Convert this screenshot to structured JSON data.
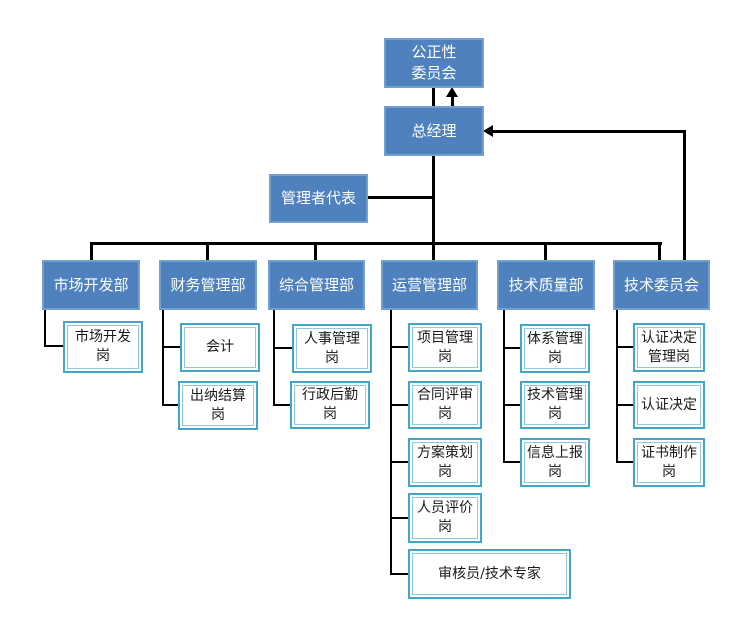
{
  "palette": {
    "node_fill": "#4E81BD",
    "node_border": "#73A1CF",
    "node_text_color": "#FFFFFF",
    "sub_box_border": "#44A6C6",
    "sub_box_inner_border": "#8FC8D8",
    "sub_box_fill": "#FFFFFF",
    "sub_box_text_color": "#1A1A1A",
    "connector_color": "#000000"
  },
  "org": {
    "impartiality_committee": {
      "label": "公正性\n委员会"
    },
    "general_manager": {
      "label": "总经理"
    },
    "management_representative": {
      "label": "管理者代表"
    },
    "departments": [
      {
        "label": "市场开发部",
        "children": [
          "市场开发\n岗"
        ]
      },
      {
        "label": "财务管理部",
        "children": [
          "会计",
          "出纳结算\n岗"
        ]
      },
      {
        "label": "综合管理部",
        "children": [
          "人事管理\n岗",
          "行政后勤\n岗"
        ]
      },
      {
        "label": "运营管理部",
        "children": [
          "项目管理\n岗",
          "合同评审\n岗",
          "方案策划\n岗",
          "人员评价\n岗",
          "审核员/技术专家"
        ]
      },
      {
        "label": "技术质量部",
        "children": [
          "体系管理\n岗",
          "技术管理\n岗",
          "信息上报\n岗"
        ]
      },
      {
        "label": "技术委员会",
        "children": [
          "认证决定\n管理岗",
          "认证决定",
          "证书制作\n岗"
        ]
      }
    ]
  }
}
